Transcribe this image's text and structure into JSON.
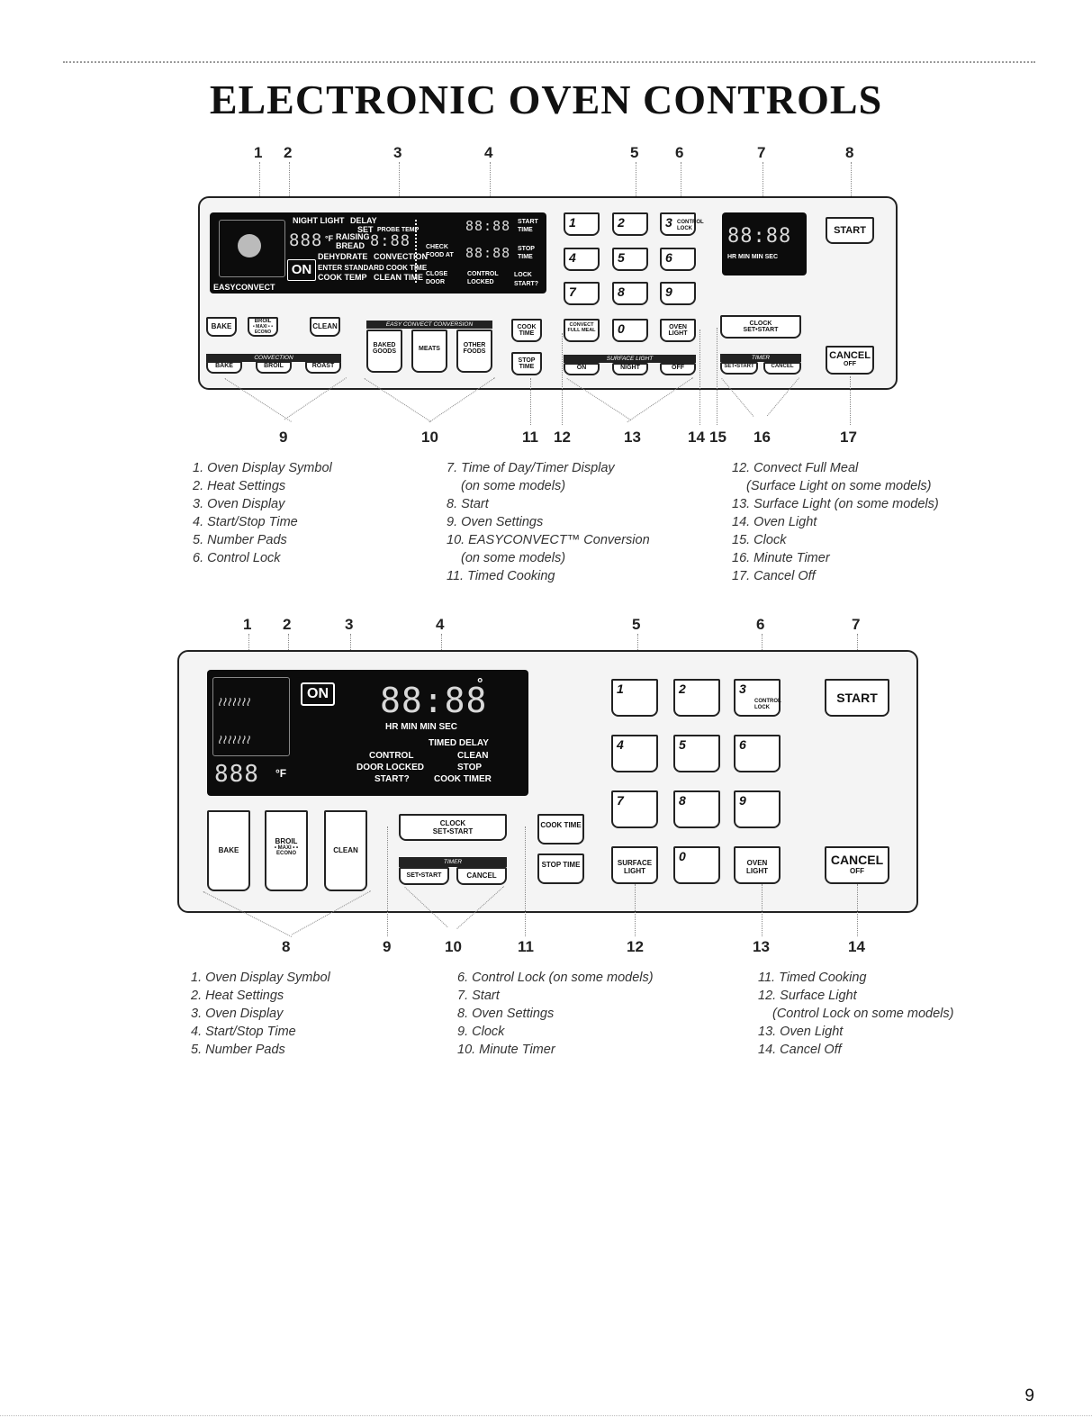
{
  "page": {
    "title": "ELECTRONIC OVEN CONTROLS",
    "page_number": "9"
  },
  "panel1": {
    "callouts_top": [
      "1",
      "2",
      "3",
      "4",
      "5",
      "6",
      "7",
      "8"
    ],
    "callouts_bottom": [
      "9",
      "10",
      "11",
      "12",
      "13",
      "14",
      "15",
      "16",
      "17"
    ],
    "display": {
      "easyconvect": "EASYCONVECT",
      "on": "ON",
      "digits_left": "888",
      "deg_f": "°F",
      "night_light": "NIGHT LIGHT",
      "delay": "DELAY",
      "set": "SET",
      "probe_temp": "PROBE TEMP",
      "raising": "RAISING",
      "bread": "BREAD",
      "digits_mid": "8:88",
      "dehydrate": "DEHYDRATE",
      "convection": "CONVECTION",
      "enter_standard_cook_time": "ENTER STANDARD COOK TIME",
      "cook_temp": "COOK TEMP",
      "clean_time": "CLEAN TIME",
      "digits_start": "88:88",
      "start_time": "START TIME",
      "check_food_at": "CHECK FOOD AT",
      "digits_stop": "88:88",
      "stop_time": "STOP TIME",
      "close_door": "CLOSE DOOR",
      "control_locked": "CONTROL LOCKED",
      "lock": "LOCK",
      "start_q": "START?"
    },
    "clock_display": {
      "digits": "88:88",
      "labels": "HR MIN  MIN SEC"
    },
    "keys": {
      "bake": "BAKE",
      "broil": "BROIL",
      "broil_sub": "• MAXI • • ECONO",
      "clean": "CLEAN",
      "convection_bar": "CONVECTION",
      "conv_bake": "BAKE",
      "conv_broil": "BROIL",
      "conv_roast": "ROAST",
      "easy_convect_bar": "EASY CONVECT CONVERSION",
      "baked_goods": "BAKED GOODS",
      "meats": "MEATS",
      "other_foods": "OTHER FOODS",
      "cook_time": "COOK TIME",
      "stop_time": "STOP TIME",
      "convect_full_meal": "CONVECT FULL MEAL",
      "zero": "0",
      "oven_light": "OVEN LIGHT",
      "surface_light_bar": "SURFACE LIGHT",
      "on": "ON",
      "night": "NIGHT",
      "off": "OFF",
      "clock": "CLOCK",
      "clock_sub": "SET•START",
      "timer_bar": "TIMER",
      "timer_set_start": "SET•START",
      "timer_cancel": "CANCEL",
      "start": "START",
      "cancel": "CANCEL",
      "cancel_sub": "OFF",
      "control_lock": "CONTROL LOCK",
      "numbers": [
        "1",
        "2",
        "3",
        "4",
        "5",
        "6",
        "7",
        "8",
        "9"
      ]
    },
    "legend_col1": [
      "1. Oven Display Symbol",
      "2. Heat Settings",
      "3. Oven Display",
      "4. Start/Stop Time",
      "5. Number Pads",
      "6. Control Lock"
    ],
    "legend_col2": [
      "7. Time of Day/Timer Display",
      "(on some models)",
      "8. Start",
      "9. Oven Settings",
      "10. EASYCONVECT™ Conversion",
      "(on some models)",
      "11. Timed Cooking"
    ],
    "legend_col3": [
      "12. Convect Full Meal",
      "(Surface Light on some models)",
      "13. Surface Light (on some models)",
      "14. Oven Light",
      "15. Clock",
      "16. Minute Timer",
      "17. Cancel Off"
    ]
  },
  "panel2": {
    "callouts_top": [
      "1",
      "2",
      "3",
      "4",
      "5",
      "6",
      "7"
    ],
    "callouts_bottom": [
      "8",
      "9",
      "10",
      "11",
      "12",
      "13",
      "14"
    ],
    "display": {
      "on": "ON",
      "digits_main": "88:88",
      "deg": "°",
      "hr_min_min_sec": "HR MIN   MIN SEC",
      "timed_delay": "TIMED DELAY",
      "control": "CONTROL",
      "clean": "CLEAN",
      "door_locked": "DOOR LOCKED",
      "stop": "STOP",
      "start_q": "START?",
      "cook_timer": "COOK TIMER",
      "digits_left": "888",
      "deg_f": "°F"
    },
    "keys": {
      "bake": "BAKE",
      "broil": "BROIL",
      "broil_sub": "• MAXI • • ECONO",
      "clean": "CLEAN",
      "clock": "CLOCK",
      "clock_sub": "SET•START",
      "timer_bar": "TIMER",
      "timer_set_start": "SET•START",
      "timer_cancel": "CANCEL",
      "cook_time": "COOK TIME",
      "stop_time": "STOP TIME",
      "surface_light": "SURFACE LIGHT",
      "zero": "0",
      "oven_light": "OVEN LIGHT",
      "control_lock": "CONTROL LOCK",
      "start": "START",
      "cancel": "CANCEL",
      "cancel_sub": "OFF",
      "numbers": [
        "1",
        "2",
        "3",
        "4",
        "5",
        "6",
        "7",
        "8",
        "9"
      ]
    },
    "legend_col1": [
      "1. Oven Display Symbol",
      "2. Heat Settings",
      "3. Oven Display",
      "4. Start/Stop Time",
      "5. Number Pads"
    ],
    "legend_col2": [
      "6. Control Lock (on some models)",
      "7. Start",
      "8. Oven Settings",
      "9. Clock",
      "10. Minute Timer"
    ],
    "legend_col3": [
      "11. Timed Cooking",
      "12. Surface Light",
      "(Control Lock on some models)",
      "13. Oven Light",
      "14. Cancel Off"
    ]
  }
}
